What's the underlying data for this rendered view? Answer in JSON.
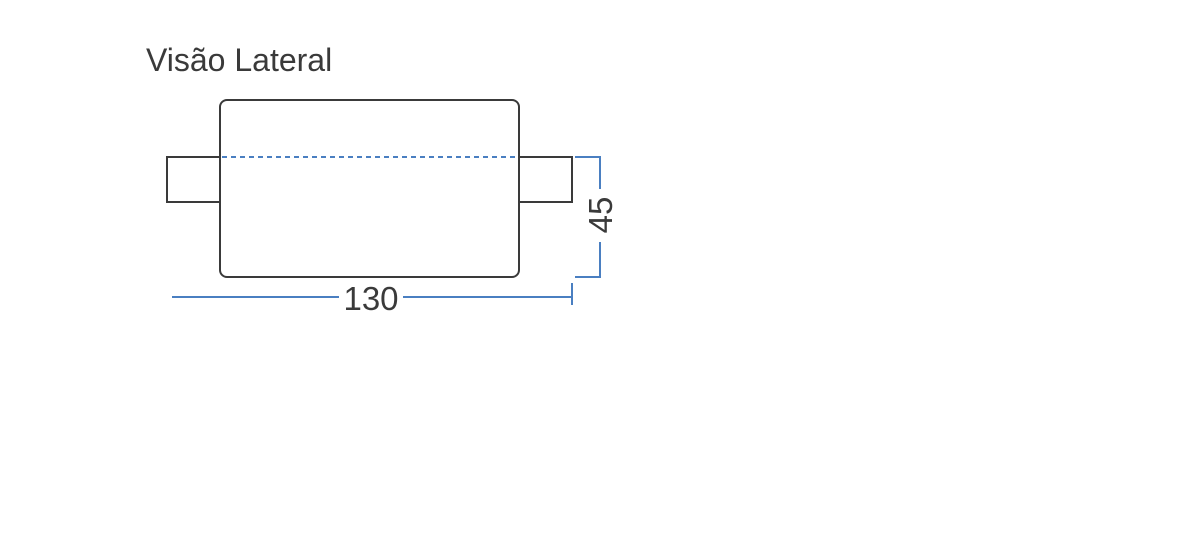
{
  "title": "Visão Lateral",
  "dimensions": {
    "width_label": "130",
    "height_label": "45"
  },
  "colors": {
    "outline": "#3a3a3a",
    "dimension": "#4a7fc1",
    "background": "#ffffff"
  }
}
